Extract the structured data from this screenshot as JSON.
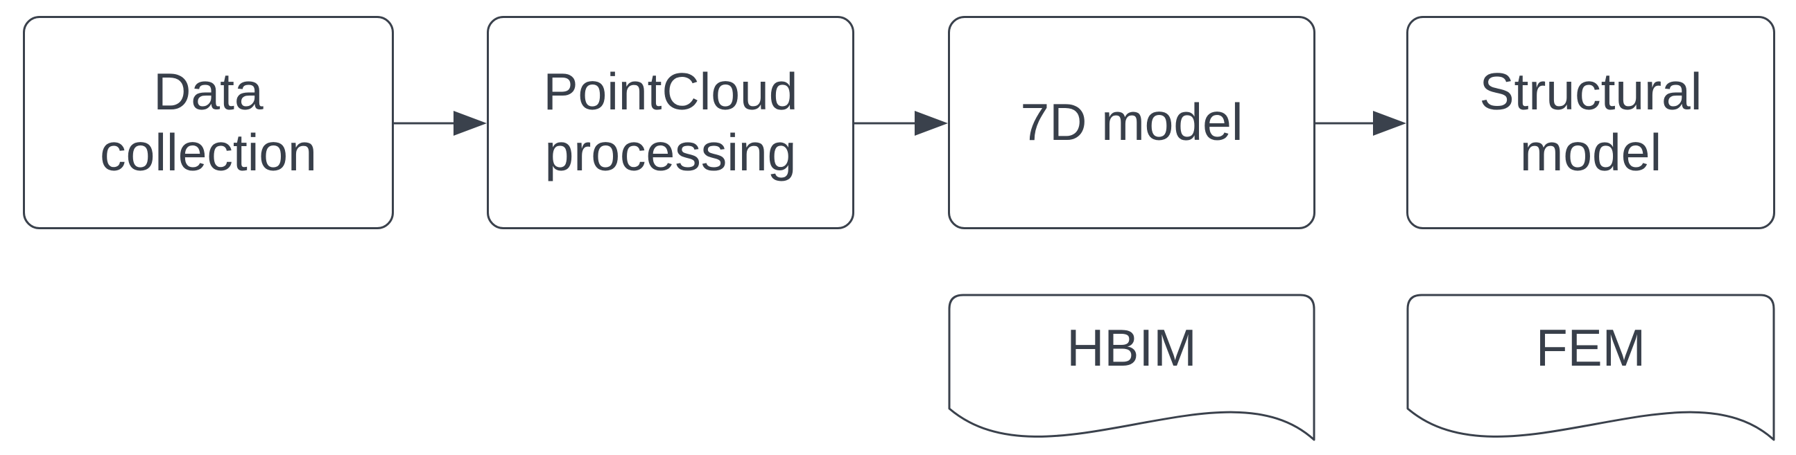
{
  "diagram": {
    "title": "BIM-to-FEM workflow flowchart",
    "colors": {
      "background": "#ffffff",
      "stroke": "#3a414c",
      "text": "#383f4a",
      "shape_fill": "#ffffff"
    },
    "process_nodes": [
      {
        "id": "data-collection",
        "label": "Data\ncollection"
      },
      {
        "id": "pointcloud-processing",
        "label": "PointCloud\nprocessing"
      },
      {
        "id": "7d-model",
        "label": "7D model"
      },
      {
        "id": "structural-model",
        "label": "Structural\nmodel"
      }
    ],
    "document_nodes": [
      {
        "id": "hbim",
        "label": "HBIM"
      },
      {
        "id": "fem",
        "label": "FEM"
      }
    ],
    "connections": [
      {
        "from": "Data collection",
        "to": "PointCloud processing",
        "type": "arrow-right"
      },
      {
        "from": "PointCloud processing",
        "to": "7D model",
        "type": "arrow-right"
      },
      {
        "from": "7D model",
        "to": "Structural model",
        "type": "arrow-right"
      }
    ]
  }
}
